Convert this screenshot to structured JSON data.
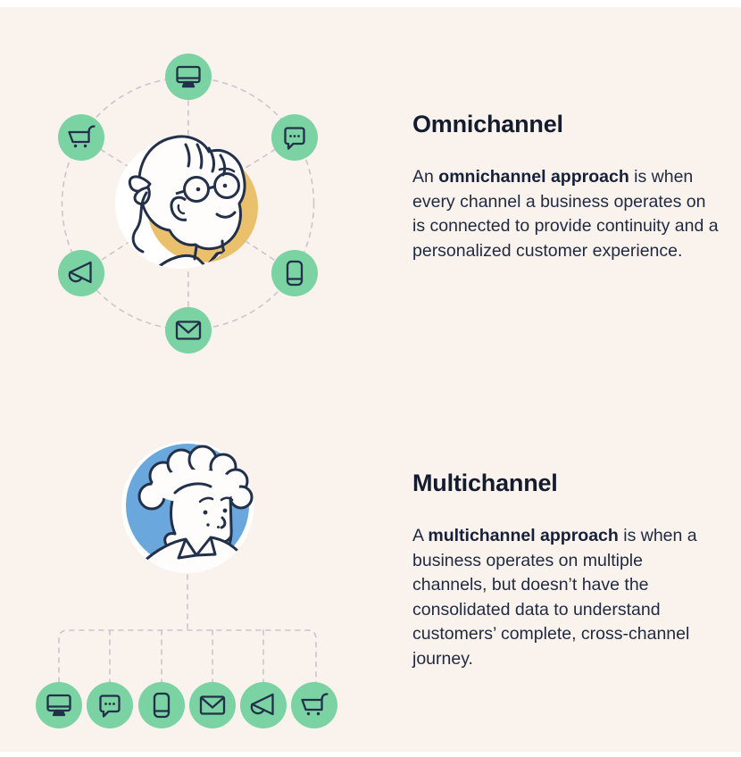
{
  "page": {
    "background": "#faf3ed",
    "ink": "#22304a",
    "accent_green": "#7bd2a2",
    "accent_orange": "#ebc06c",
    "accent_blue": "#69a7dd",
    "dashed_line": "#c8c5cf"
  },
  "sections": [
    {
      "id": "omnichannel",
      "heading": "Omnichannel",
      "body": {
        "prefix": "An ",
        "bold": "omnichannel approach",
        "rest": " is when every channel a business operates on is connected to provide continuity and a personalized customer experience."
      },
      "persona": "woman-with-glasses",
      "layout": "channels-in-circle-around-customer",
      "channels": [
        "desktop",
        "chat",
        "mobile",
        "email",
        "megaphone",
        "shopping-cart"
      ]
    },
    {
      "id": "multichannel",
      "heading": "Multichannel",
      "body": {
        "prefix": "A ",
        "bold": "multichannel approach",
        "rest": " is when a business operates on multiple channels, but doesn’t have the consolidated data to understand customers’ complete, cross-channel journey."
      },
      "persona": "man-with-curly-hair",
      "layout": "channels-in-row-below-customer",
      "channels": [
        "desktop",
        "chat",
        "mobile",
        "email",
        "megaphone",
        "shopping-cart"
      ]
    }
  ]
}
